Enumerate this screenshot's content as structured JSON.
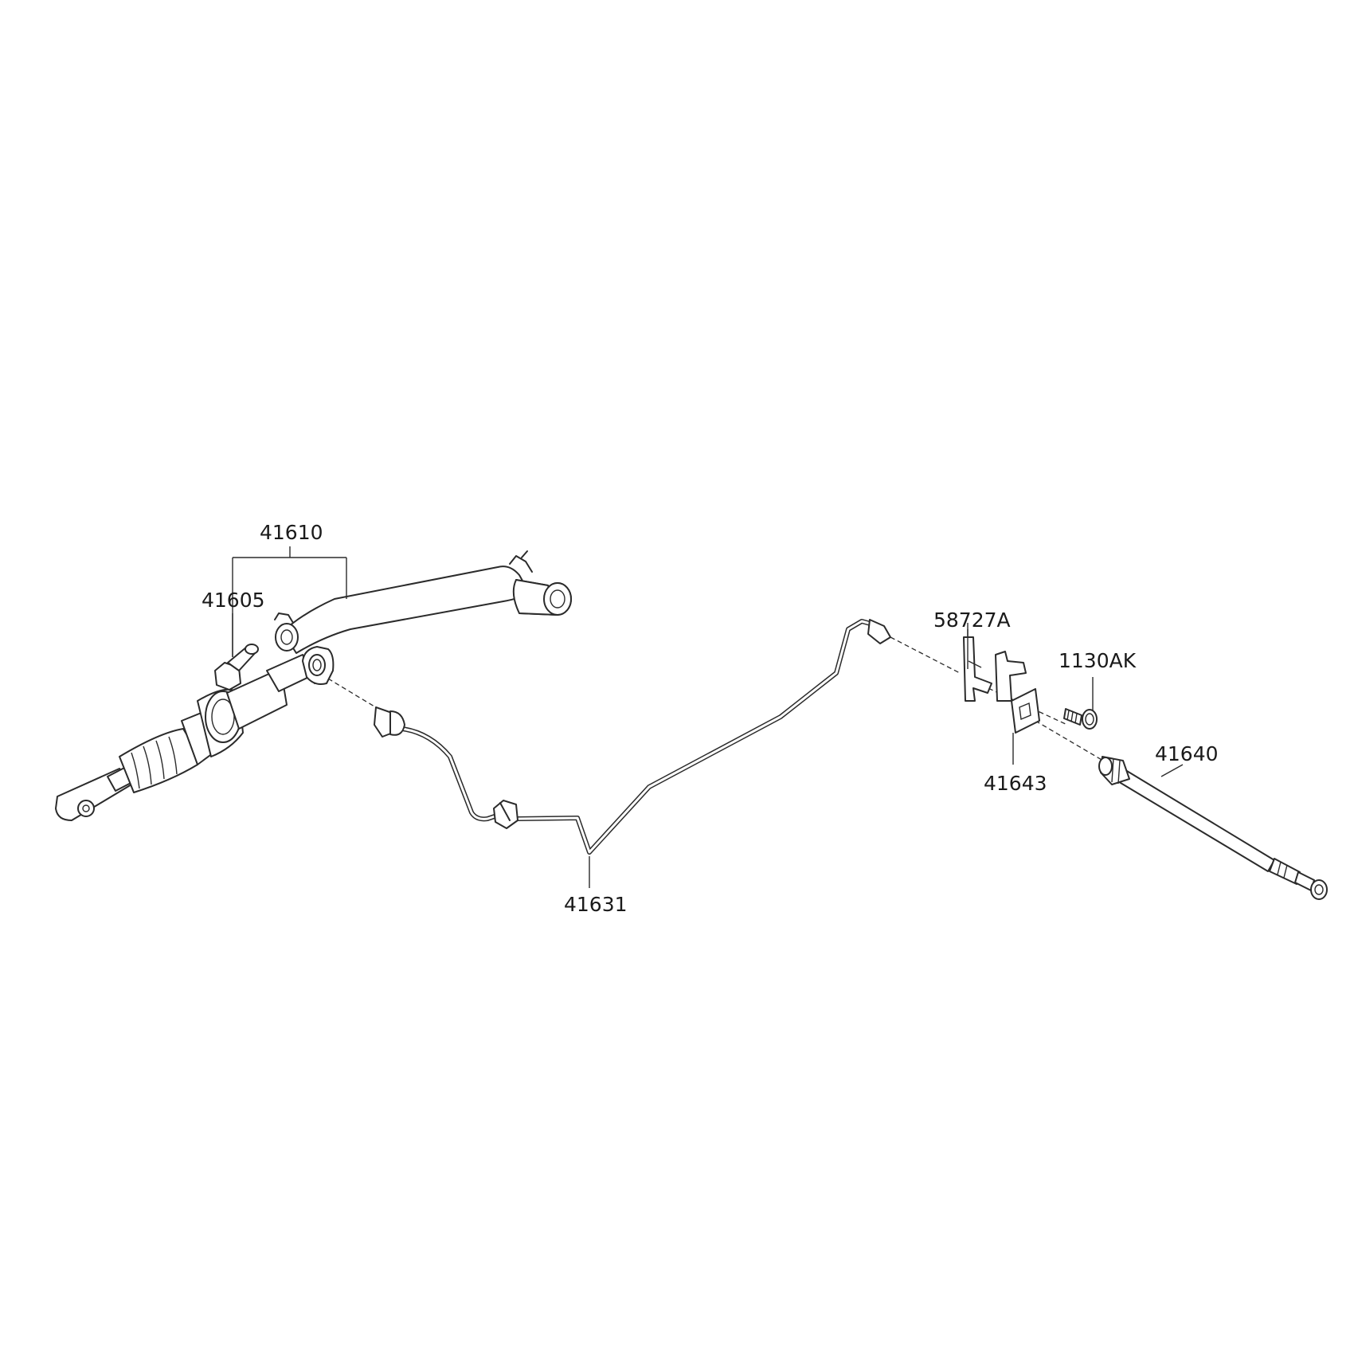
{
  "diagram": {
    "labels": {
      "reservoir_hose_assembly": "41610",
      "master_cylinder": "41605",
      "clutch_tube": "41631",
      "tube_clip": "58727A",
      "tube_bracket": "41643",
      "bolt": "1130AK",
      "clutch_hose": "41640"
    }
  }
}
